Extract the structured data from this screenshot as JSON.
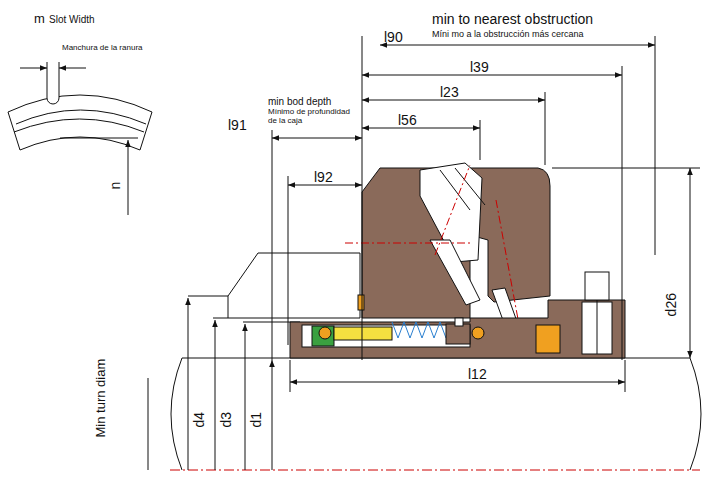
{
  "diagram": {
    "labels": [
      "m",
      "Slot Width",
      "Manchura de la ranura",
      "n",
      "l90",
      "min to nearest obstruction",
      "Míni mo a la obstrucción más cercana",
      "l39",
      "l23",
      "l56",
      "l91",
      "min bod depth",
      "Mínimo de profundidad de la caja",
      "l92",
      "d26",
      "l12",
      "Min turn diam",
      "d4",
      "d3",
      "d1"
    ]
  }
}
